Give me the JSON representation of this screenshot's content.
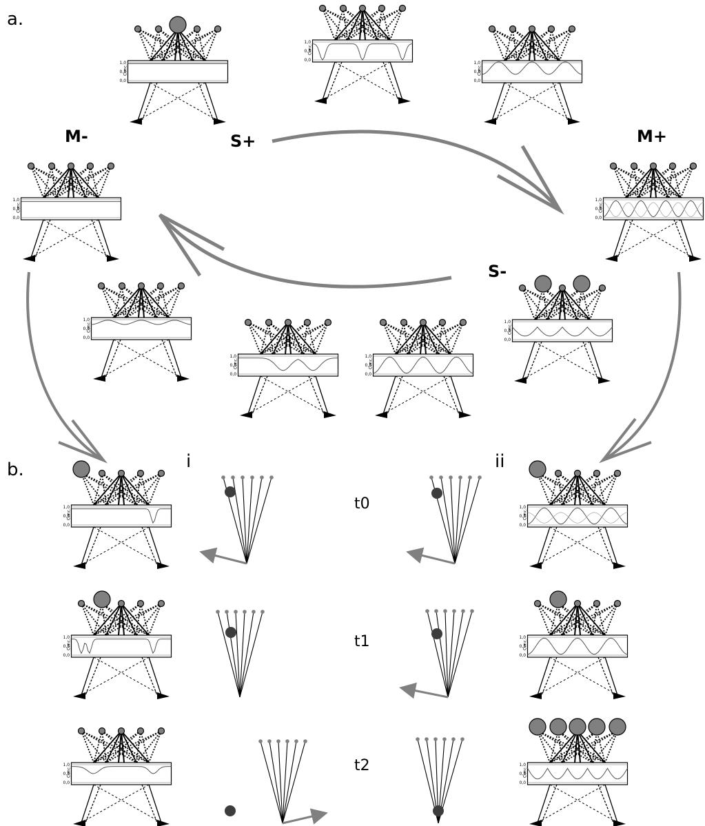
{
  "panels": {
    "a": "a.",
    "b": "b."
  },
  "states": {
    "m_minus": "M-",
    "m_plus": "M+",
    "s_plus": "S+",
    "s_minus": "S-"
  },
  "subpanels": {
    "i": "i",
    "ii": "ii"
  },
  "times": [
    "t0",
    "t1",
    "t2"
  ],
  "axis": {
    "ylabel": "Conc.",
    "ticks": [
      "1,0",
      "0,5",
      "0,0"
    ]
  },
  "colors": {
    "arrow": "#808080",
    "node": "#808080",
    "ball": "#3c3c3c",
    "line": "#000000"
  }
}
